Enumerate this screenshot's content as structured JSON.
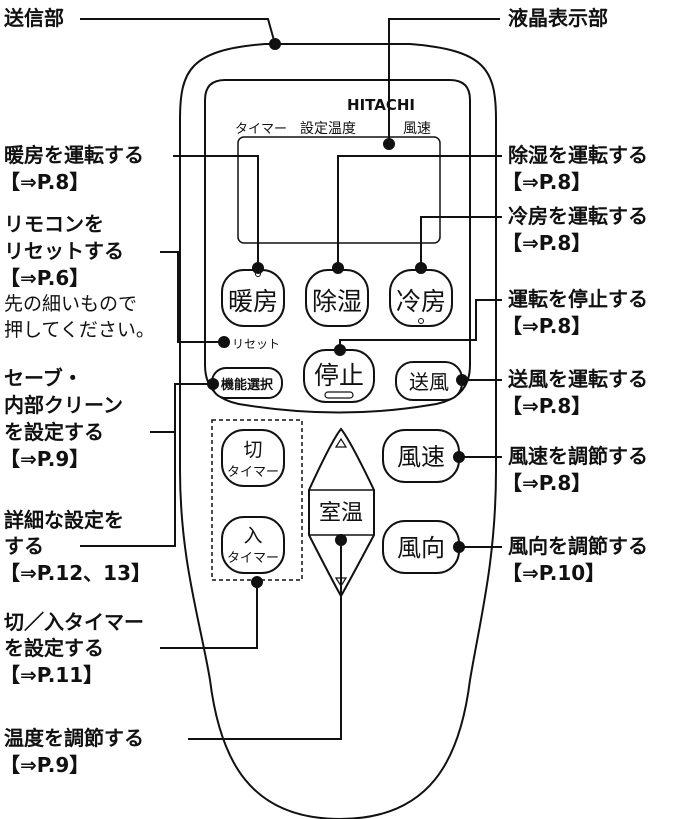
{
  "colors": {
    "line": "#111111",
    "panel_fill": "#ffffff",
    "background": "#ffffff"
  },
  "remote": {
    "brand": "HITACHI",
    "lcd_labels": {
      "timer": "タイマー",
      "temp": "設定温度",
      "fan": "風速"
    },
    "buttons": {
      "heat": "暖房",
      "dehumid": "除湿",
      "cool": "冷房",
      "stop": "停止",
      "fan_mode": "送風",
      "function_select": "機能選択",
      "fan_speed": "風速",
      "off_timer_top": "切",
      "off_timer_bottom": "タイマー",
      "on_timer_top": "入",
      "on_timer_bottom": "タイマー",
      "temp": "室温",
      "louver": "風向"
    },
    "reset_label": "リセット"
  },
  "left_labels": {
    "transmitter": "送信部",
    "heat": {
      "text": "暖房を運転する",
      "page": "【⇒P.8】"
    },
    "reset": {
      "line1": "リモコンを",
      "line2": "リセットする",
      "page": "【⇒P.6】",
      "note1": "先の細いもので",
      "note2": "押してください。"
    },
    "save": {
      "line1": "セーブ・",
      "line2": "内部クリーン",
      "line3": "を設定する",
      "page": "【⇒P.9】"
    },
    "detail": {
      "line1": "詳細な設定を",
      "line2": "する",
      "page": "【⇒P.12、13】"
    },
    "timer": {
      "line1": "切／入タイマー",
      "line2": "を設定する",
      "page": "【⇒P.11】"
    },
    "temp": {
      "text": "温度を調節する",
      "page": "【⇒P.9】"
    }
  },
  "right_labels": {
    "lcd": "液晶表示部",
    "dehumid": {
      "text": "除湿を運転する",
      "page": "【⇒P.8】"
    },
    "cool": {
      "text": "冷房を運転する",
      "page": "【⇒P.8】"
    },
    "stop": {
      "text": "運転を停止する",
      "page": "【⇒P.8】"
    },
    "fan_mode": {
      "text": "送風を運転する",
      "page": "【⇒P.8】"
    },
    "fan_speed": {
      "text": "風速を調節する",
      "page": "【⇒P.8】"
    },
    "louver": {
      "text": "風向を調節する",
      "page": "【⇒P.10】"
    }
  }
}
